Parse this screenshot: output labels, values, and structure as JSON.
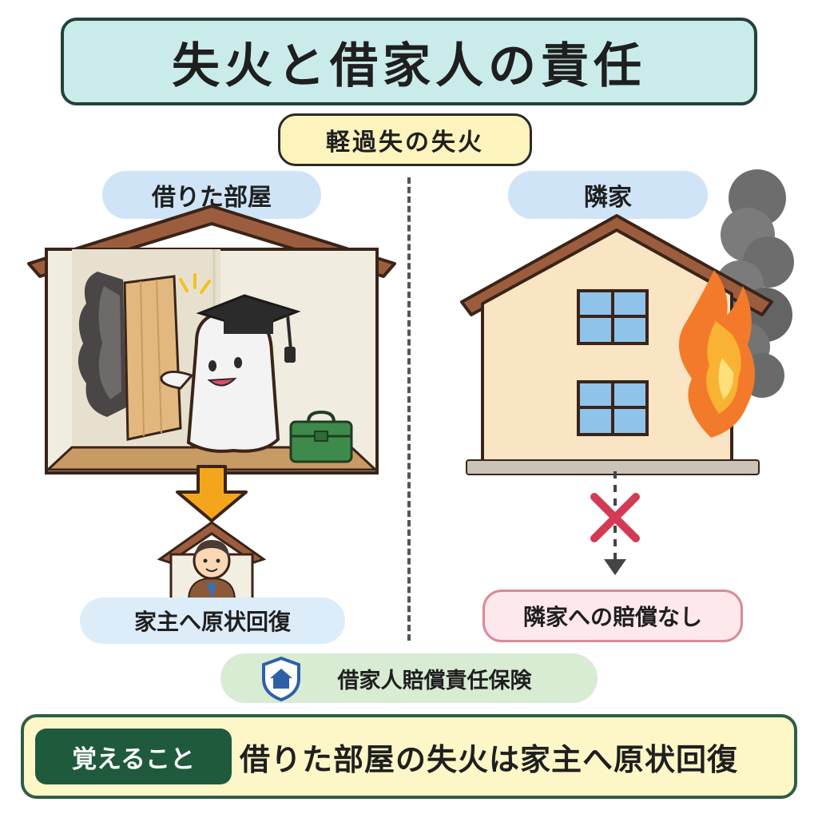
{
  "title": "失火と借家人の責任",
  "subtitle": "軽過失の失火",
  "left": {
    "label": "借りた部屋",
    "result": "家主へ原状回復"
  },
  "right": {
    "label": "隣家",
    "result": "隣家への賠償なし"
  },
  "insurance": {
    "label": "借家人賠償責任保険"
  },
  "memo": {
    "tag": "覚えること",
    "text": "借りた部屋の失火は家主へ原状回復"
  },
  "colors": {
    "title_bg": "#c9ecea",
    "subtitle_bg": "#fdf3bd",
    "label_bg": "#cfe4f6",
    "result_negative_bg": "#fde8ec",
    "insurance_bg": "#d7ecd3",
    "memo_tag_bg": "#1f5a3d",
    "fire": "#f37a2a",
    "cross": "#d43a55",
    "arrow": "#f3a61c"
  },
  "icons": [
    "house-with-ghost-icon",
    "graduation-cap-icon",
    "toolbox-icon",
    "burning-house-icon",
    "cross-icon",
    "shield-house-icon",
    "landlord-avatar-icon"
  ]
}
